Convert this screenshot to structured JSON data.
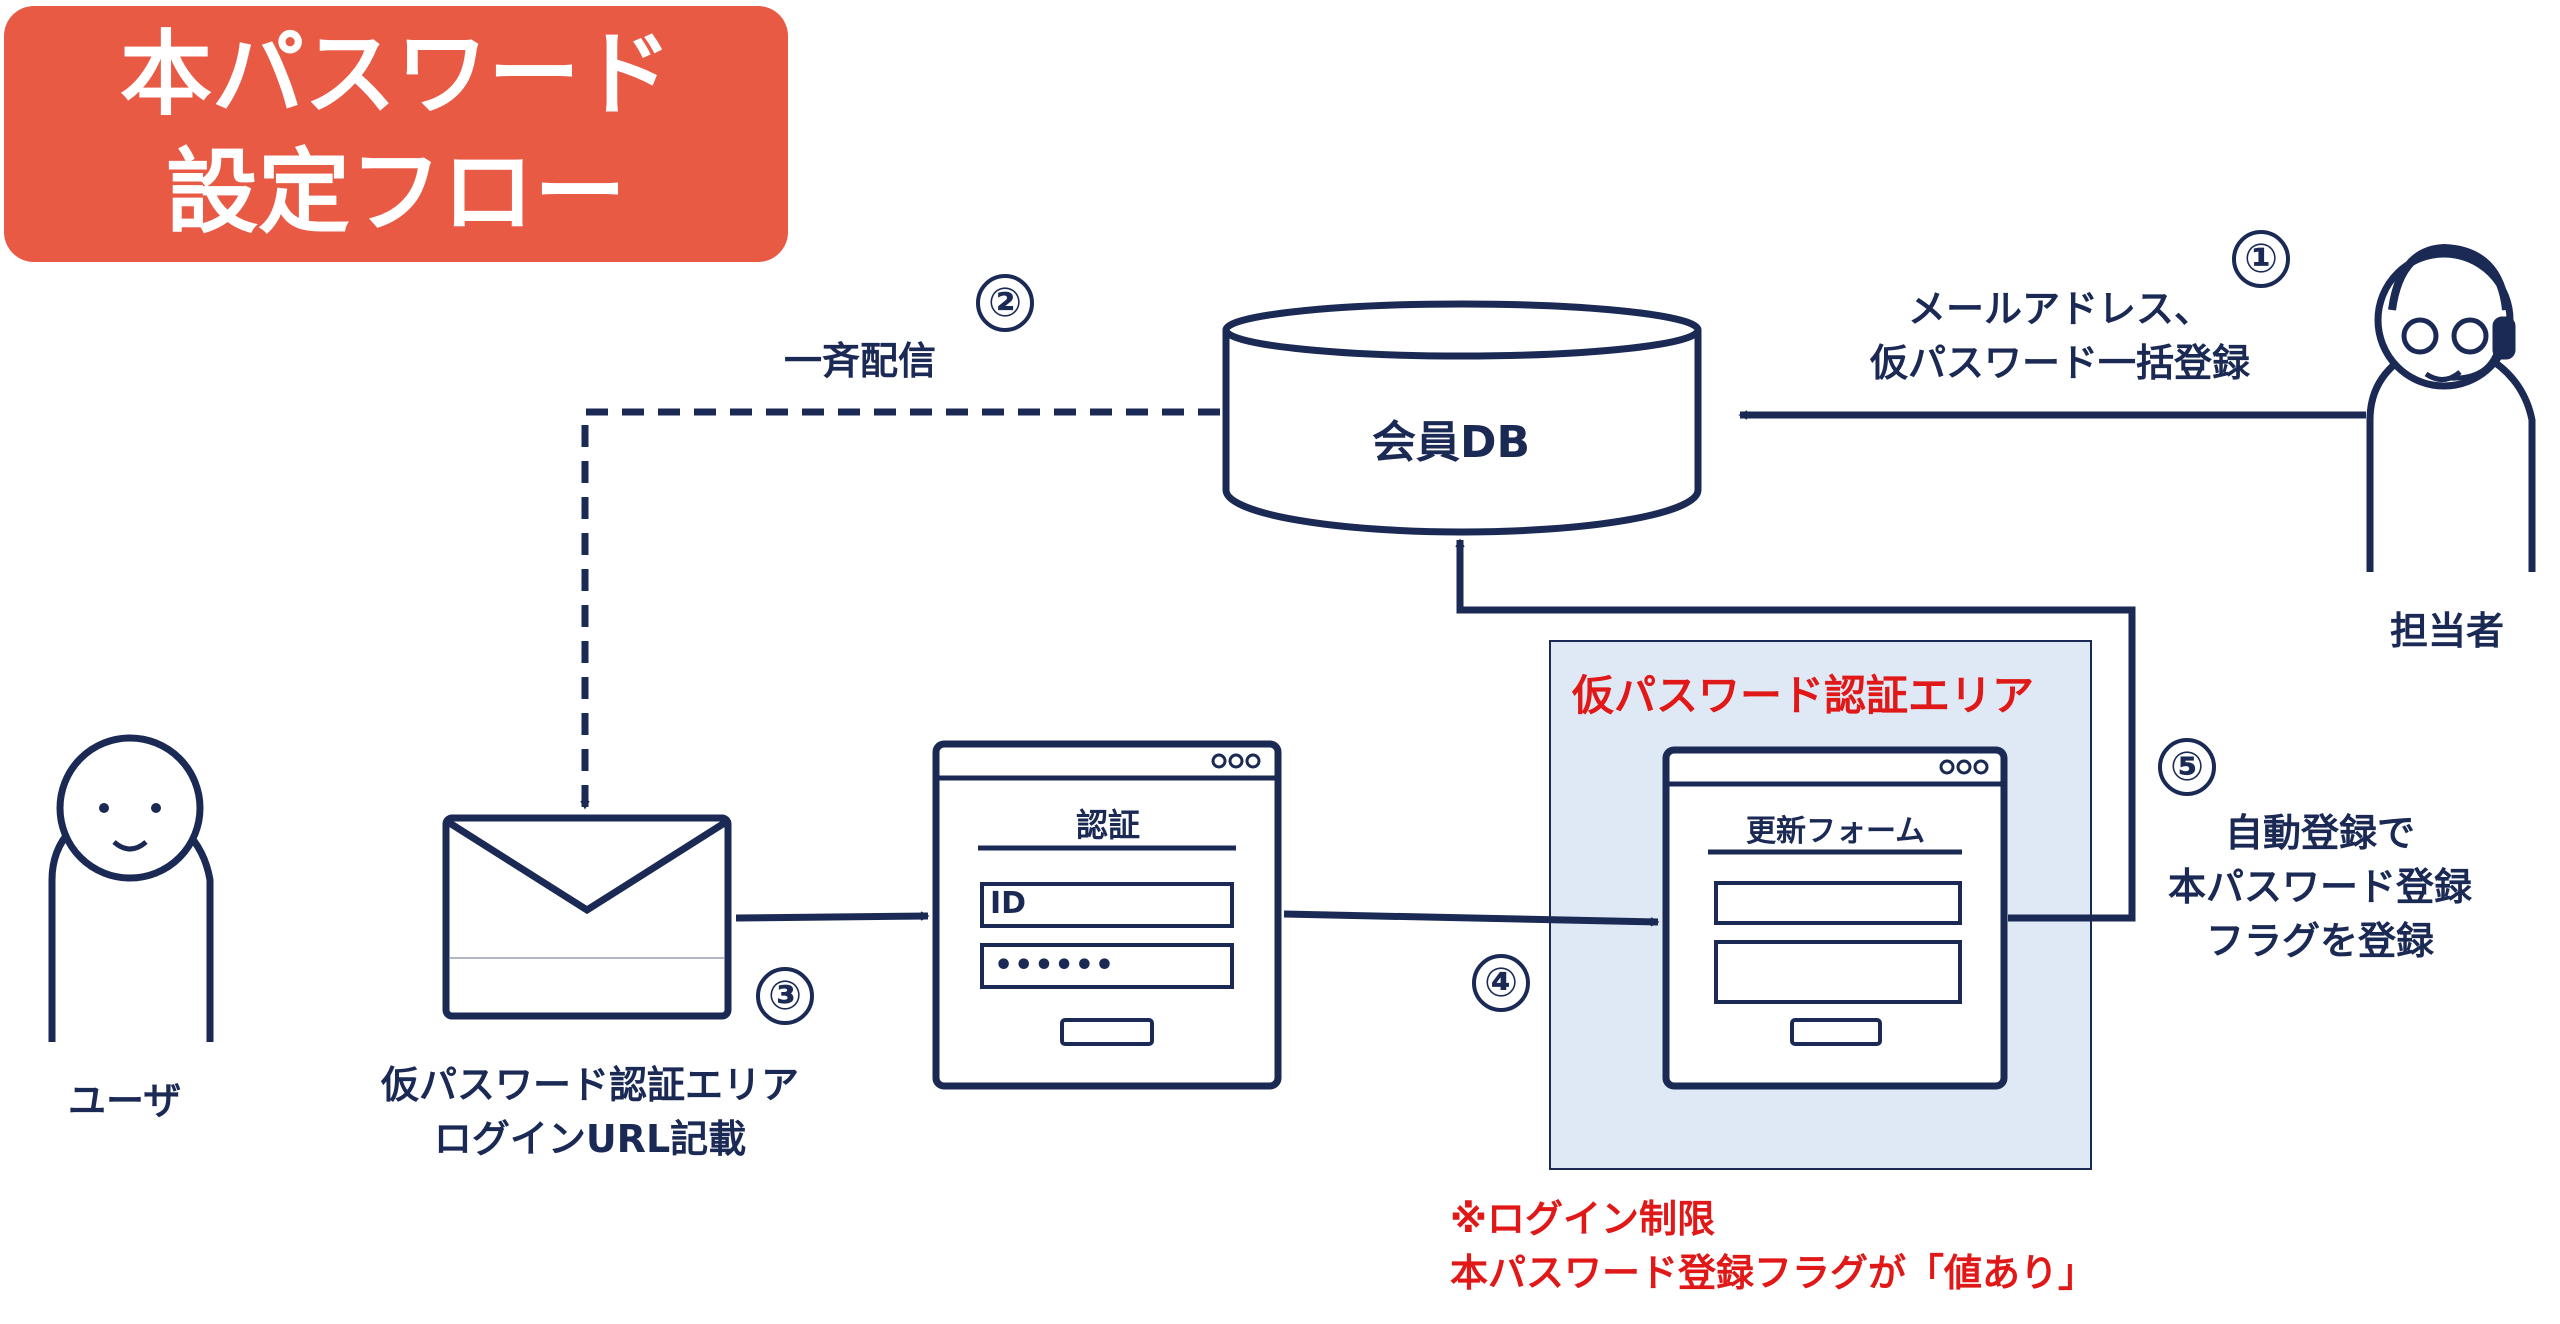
{
  "title": {
    "line1": "本パスワード",
    "line2": "設定フロー"
  },
  "steps": [
    "①",
    "②",
    "③",
    "④",
    "⑤"
  ],
  "labels": {
    "member_db": "会員DB",
    "mass_delivery": "一斉配信",
    "register_line1": "メールアドレス、",
    "register_line2": "仮パスワード一括登録",
    "staff": "担当者",
    "user": "ユーザ",
    "mail_line1": "仮パスワード認証エリア",
    "mail_line2": "ログインURL記載",
    "temp_area_title": "仮パスワード認証エリア",
    "auth_window_title": "認証",
    "id_field": "ID",
    "password_field": "••••••",
    "update_form_title": "更新フォーム",
    "auto_register_line1": "自動登録で",
    "auto_register_line2": "本パスワード登録",
    "auto_register_line3": "フラグを登録",
    "note_line1": "※ログイン制限",
    "note_line2": "本パスワード登録フラグが「値あり」"
  },
  "colors": {
    "navy": "#1b2a55",
    "title_bg": "#e95a45",
    "area_bg": "#dfe9f5",
    "note_red": "#e01818"
  },
  "icons": [
    "database-icon",
    "staff-headset-icon",
    "user-icon",
    "mail-envelope-icon",
    "browser-window-icon"
  ]
}
